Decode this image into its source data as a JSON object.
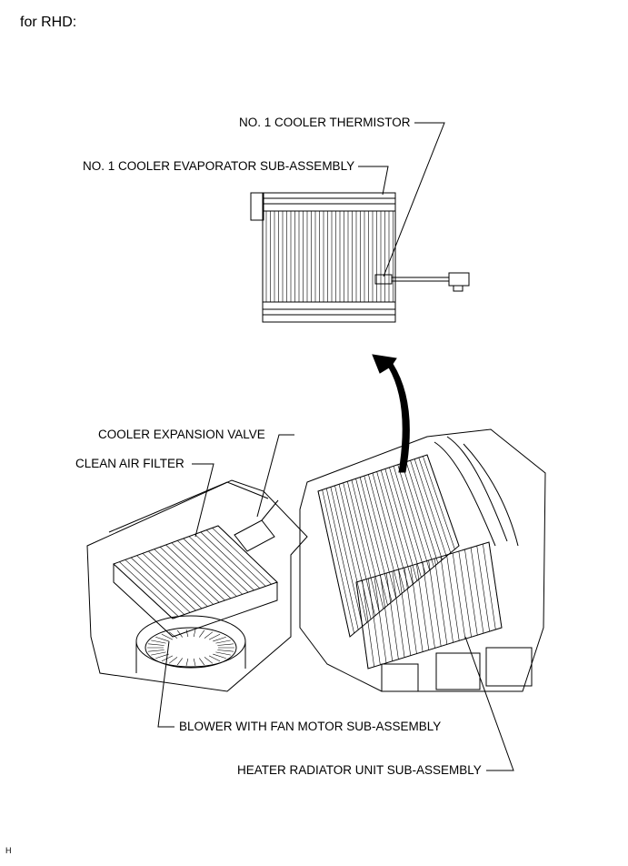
{
  "header": {
    "title": "for RHD:"
  },
  "labels": {
    "thermistor": "NO. 1 COOLER THERMISTOR",
    "evaporator": "NO. 1 COOLER EVAPORATOR SUB-ASSEMBLY",
    "expansion_valve": "COOLER EXPANSION VALVE",
    "air_filter": "CLEAN AIR FILTER",
    "blower": "BLOWER WITH FAN MOTOR SUB-ASSEMBLY",
    "heater": "HEATER RADIATOR UNIT SUB-ASSEMBLY"
  },
  "footer": {
    "code": "H"
  }
}
